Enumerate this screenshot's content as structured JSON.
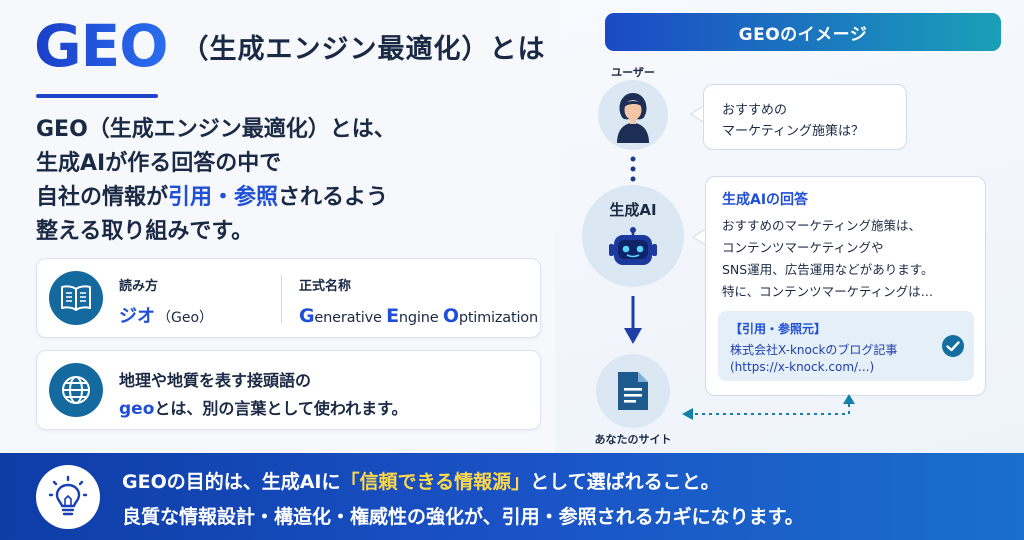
{
  "title": {
    "logo": "GEO",
    "rest": "（生成エンジン最適化）とは"
  },
  "lead": {
    "line1": "GEO（生成エンジン最適化）とは、",
    "line2": "生成AIが作る回答の中で",
    "line3_pre": "自社の情報が",
    "line3_hl": "引用・参照",
    "line3_post": "されるよう",
    "line4": "整える取り組みです。"
  },
  "reading_card": {
    "reading_label": "読み方",
    "reading_kana": "ジオ",
    "reading_roman": "（Geo）",
    "official_label": "正式名称",
    "official_g": "G",
    "official_g_rest": "enerative ",
    "official_e": "E",
    "official_e_rest": "ngine ",
    "official_o": "O",
    "official_o_rest": "ptimization",
    "icon": "book-icon"
  },
  "meaning_card": {
    "line1": "地理や地質を表す接頭語の",
    "line2_geo": "geo",
    "line2_rest": "とは、別の言葉として使われます。",
    "icon": "globe-icon"
  },
  "diagram": {
    "header": "GEOのイメージ",
    "user_label": "ユーザー",
    "ai_label": "生成AI",
    "site_label": "あなたのサイト",
    "question_line1": "おすすめの",
    "question_line2": "マーケティング施策は？",
    "answer_title": "生成AIの回答",
    "answer_line1": "おすすめのマーケティング施策は、",
    "answer_line2": "コンテンツマーケティングや",
    "answer_line3": "SNS運用、広告運用などがあります。",
    "answer_line4": "特に、コンテンツマーケティングは…",
    "cite_title": "【引用・参照元】",
    "cite_source": "株式会社X-knockのブログ記事",
    "cite_url": "(https://x-knock.com/...)"
  },
  "banner": {
    "line1_pre": "GEOの目的は、生成AIに",
    "line1_hl": "「信頼できる情報源」",
    "line1_post": "として選ばれること。",
    "line2": "良質な情報設計・構造化・権威性の強化が、引用・参照されるカギになります。",
    "icon": "lightbulb-icon"
  },
  "colors": {
    "primary": "#1f4fd6",
    "teal": "#14699f",
    "banner_highlight": "#ffd84a",
    "text": "#1b2a44"
  }
}
